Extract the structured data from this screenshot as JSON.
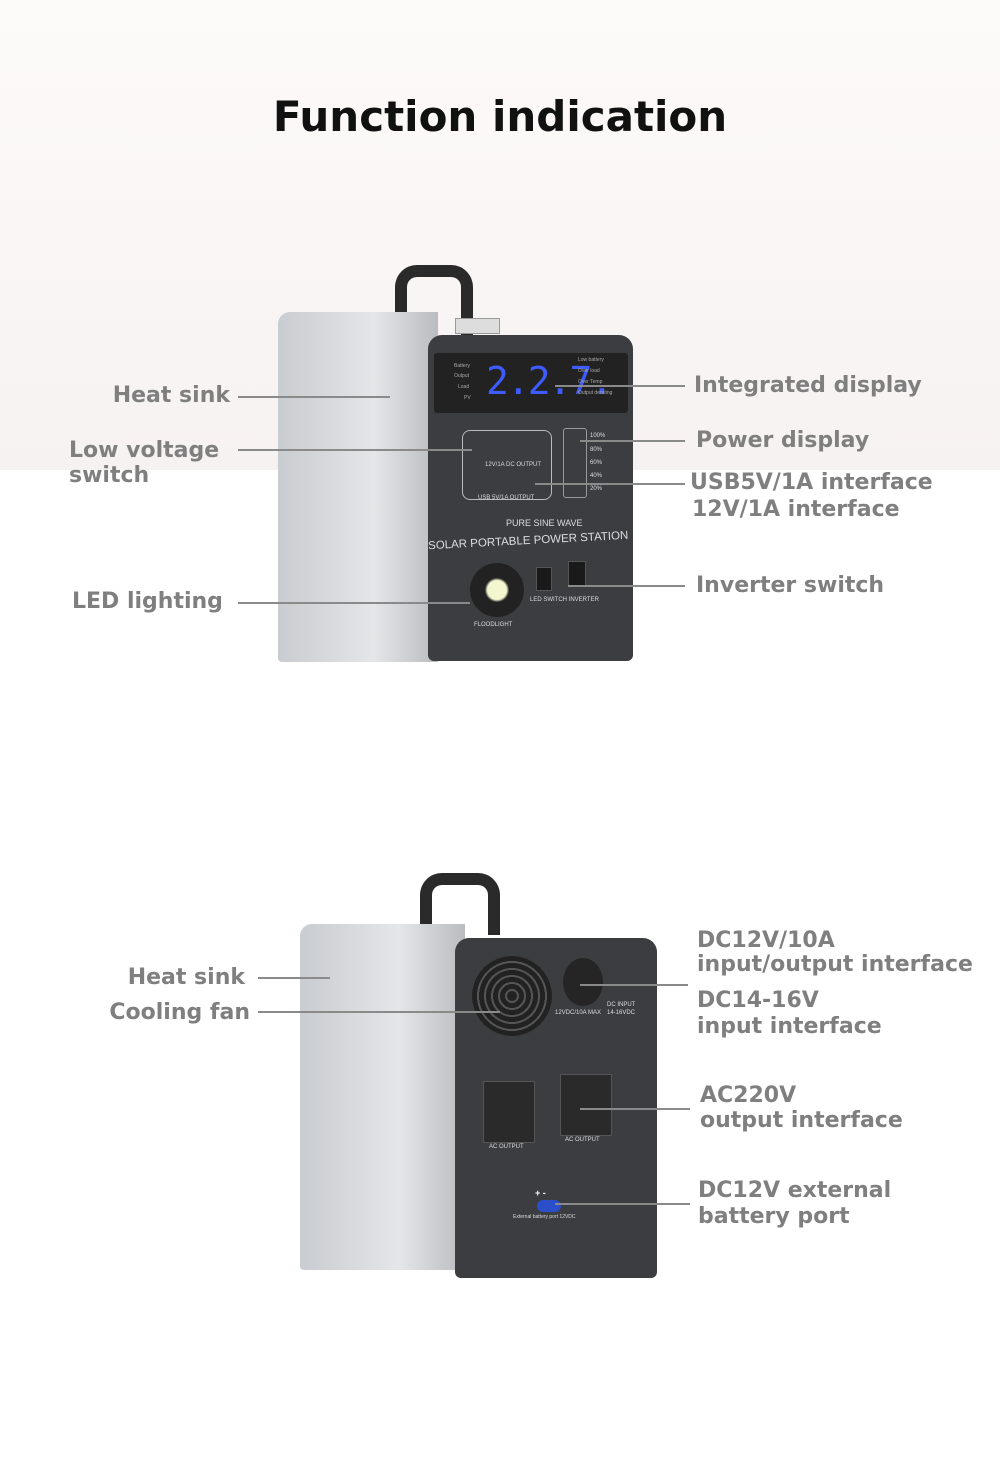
{
  "title": "Function indication",
  "front": {
    "labels": {
      "heat_sink": "Heat sink",
      "low_voltage_switch": [
        "Low voltage",
        "switch"
      ],
      "led_lighting": "LED lighting",
      "integrated_display": "Integrated display",
      "power_display": "Power display",
      "usb_interface": [
        "USB5V/1A interface",
        "12V/1A interface"
      ],
      "inverter_switch": "Inverter switch"
    },
    "device": {
      "display_value": "2.2.7.",
      "left_indicators": [
        "Battery",
        "Output",
        "Load",
        "PV"
      ],
      "right_indicators": [
        "Low battery",
        "Over load",
        "Over Temp",
        "Output derating"
      ],
      "battery_levels": [
        "100%",
        "80%",
        "60%",
        "40%",
        "20%"
      ],
      "usb_top": "12V/1A DC OUTPUT",
      "usb_bottom": "USB 5V/1A OUTPUT",
      "tagline": "PURE SINE WAVE",
      "product_name": "SOLAR PORTABLE POWER STATION",
      "floodlight": "FLOODLIGHT",
      "switch_labels": "LED SWITCH INVERTER"
    }
  },
  "back": {
    "labels": {
      "heat_sink": "Heat sink",
      "cooling_fan": "Cooling fan",
      "dc12v": [
        "DC12V/10A",
        "input/output interface"
      ],
      "dc14": [
        "DC14-16V",
        "input interface"
      ],
      "ac220": [
        "AC220V",
        "output interface"
      ],
      "ext_battery": [
        "DC12V external",
        "battery port"
      ]
    },
    "device": {
      "cig_label": "12VDC/10A MAX",
      "dc_input": [
        "DC INPUT",
        "14-16VDC"
      ],
      "ac_output": "AC OUTPUT",
      "polarity": "+  -",
      "ext_port": "External battery port 12VDC"
    }
  },
  "colors": {
    "label": "#7f7f7f",
    "panel": "#3b3d40",
    "display": "#3d5bff",
    "led": "#4a7bff"
  }
}
